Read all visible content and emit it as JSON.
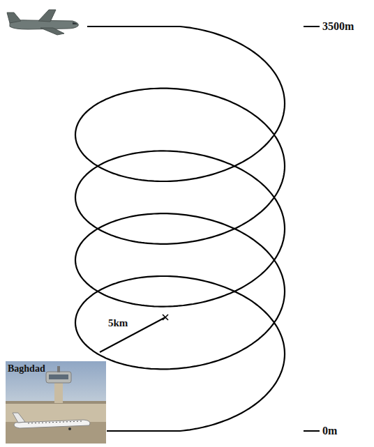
{
  "diagram": {
    "labels": [
      "3500m",
      "5km",
      "Baghdad",
      "0m"
    ]
  }
}
